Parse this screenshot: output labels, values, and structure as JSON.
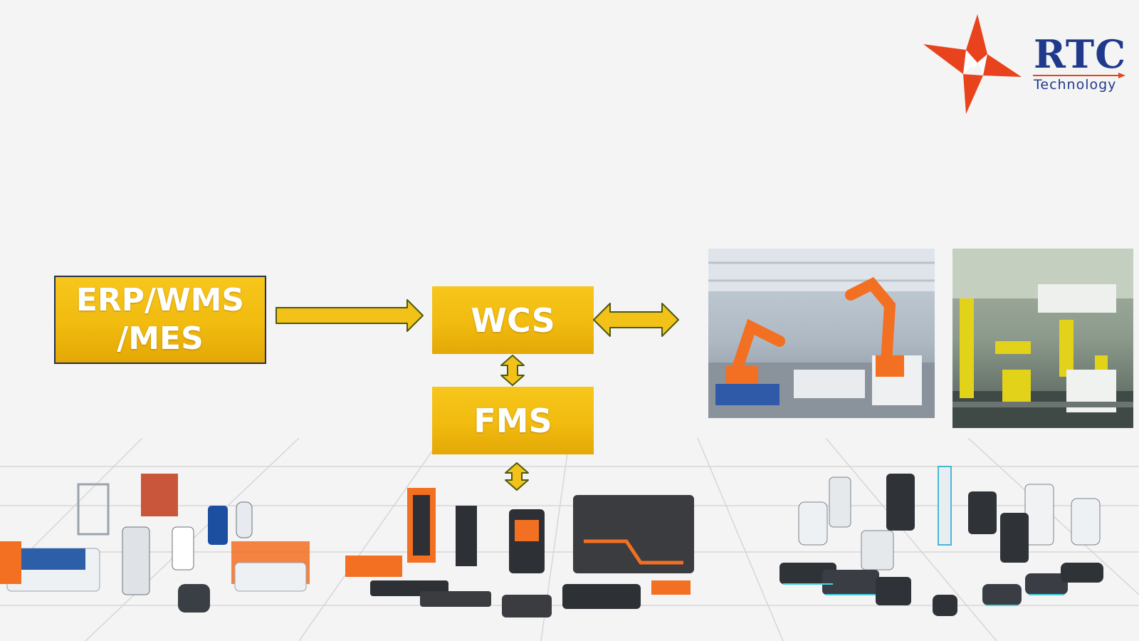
{
  "logo": {
    "title": "RTC",
    "subtitle": "Technology"
  },
  "boxes": {
    "erp": {
      "line1": "ERP/WMS",
      "line2": "/MES"
    },
    "wcs": "WCS",
    "fms": "FMS"
  },
  "photos": [
    {
      "name": "robotic-arms-production-line"
    },
    {
      "name": "automated-assembly-line"
    }
  ],
  "robot_fleets": [
    "agv-fleet-left",
    "agv-fleet-center",
    "amr-fleet-right"
  ],
  "colors": {
    "box_fill": "#f1bb0f",
    "arrow_fill": "#f3c218",
    "arrow_stroke": "#4a5a12",
    "logo_red": "#e8431c",
    "logo_blue": "#1f3a8a",
    "robot_orange": "#f36f21"
  }
}
